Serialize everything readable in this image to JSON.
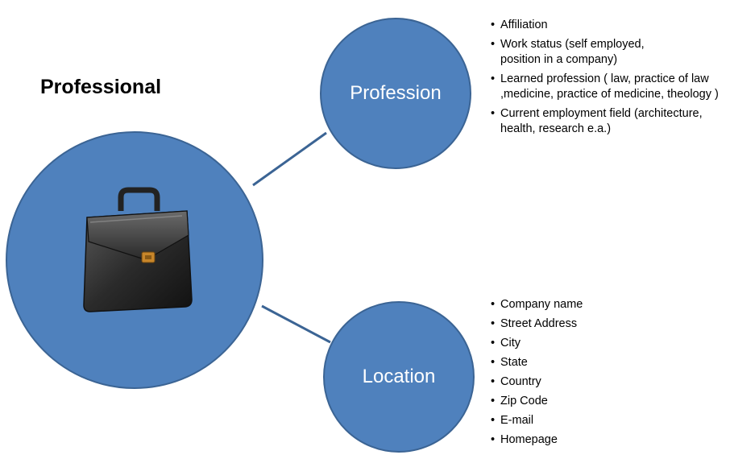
{
  "title": "Professional",
  "nodes": {
    "profession": {
      "label": "Profession"
    },
    "location": {
      "label": "Location"
    }
  },
  "colors": {
    "circle_fill": "#4f81bd",
    "circle_stroke": "#3b6494",
    "connector": "#3b6494"
  },
  "icons": {
    "center": "briefcase-icon"
  },
  "profession_details": [
    "Affiliation",
    "Work status (self employed, position in a company)",
    "Learned profession ( law, practice of law ,medicine, practice of medicine, theology )",
    "Current employment  field (architecture, health, research e.a.)"
  ],
  "location_details": [
    "Company name",
    "Street Address",
    "City",
    "State",
    "Country",
    "Zip Code",
    "E-mail",
    "Homepage"
  ]
}
